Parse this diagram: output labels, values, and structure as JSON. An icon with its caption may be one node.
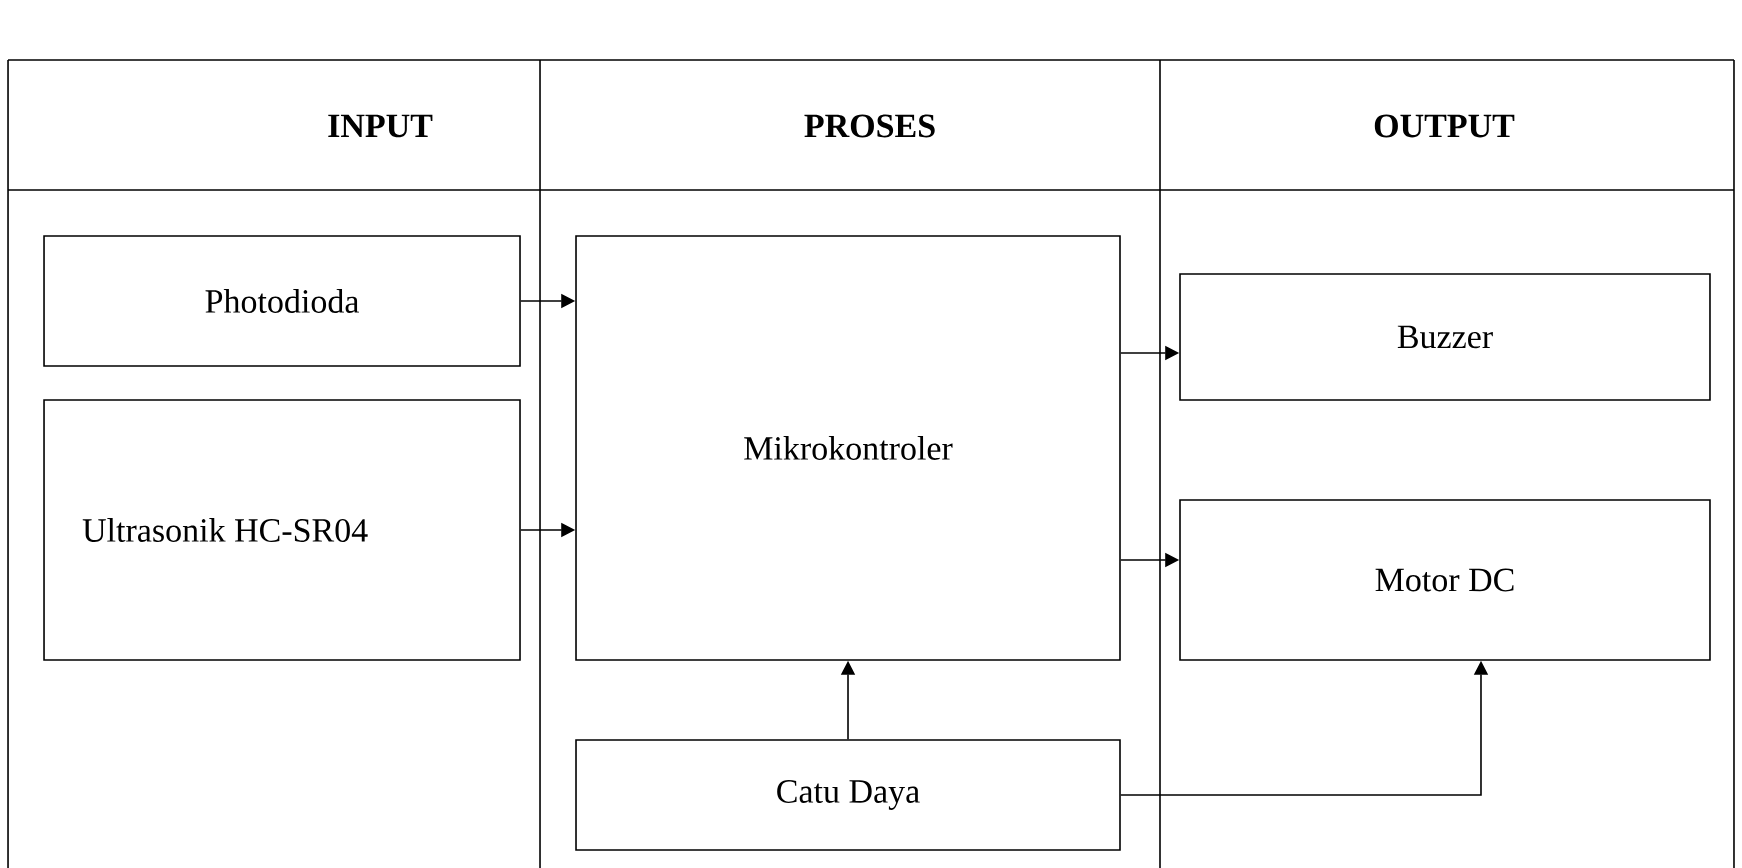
{
  "diagram": {
    "nodes": [
      {
        "text": [
          "Photodioda"
        ]
      },
      {
        "text": [
          "Ultrasonik HC-SR04"
        ]
      },
      {
        "text": [
          "Mikrokontroler"
        ]
      },
      {
        "text": [
          "Catu Daya"
        ]
      },
      {
        "text": [
          "Buzzer"
        ]
      },
      {
        "text": [
          "Motor DC"
        ]
      }
    ],
    "edges": [
      {
        "from": 0,
        "to": 2,
        "arrow": "to"
      },
      {
        "from": 1,
        "to": 2,
        "arrow": "to"
      },
      {
        "from": 2,
        "to": 4,
        "arrow": "to"
      },
      {
        "from": 2,
        "to": 5,
        "arrow": "to"
      },
      {
        "from": 3,
        "to": 2,
        "arrow": "to"
      },
      {
        "from": 3,
        "to": 5,
        "arrow": "to"
      }
    ],
    "labels": [
      "INPUT",
      "PROSES",
      "OUTPUT"
    ]
  }
}
